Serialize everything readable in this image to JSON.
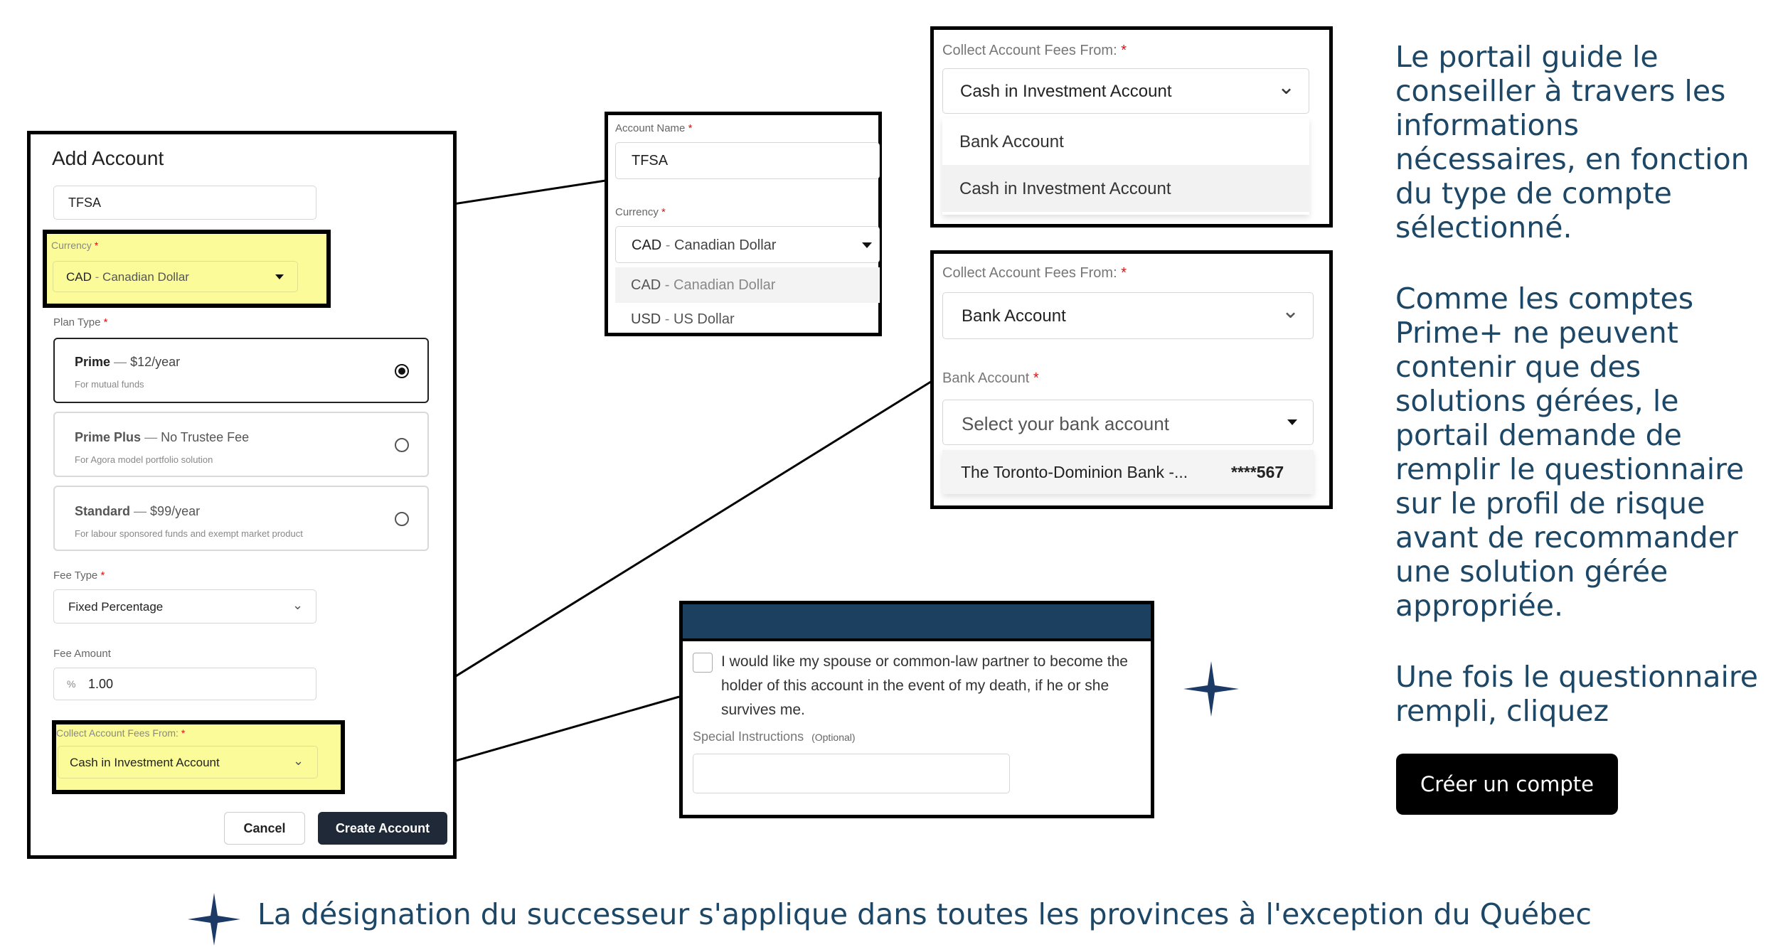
{
  "form": {
    "title": "Add Account",
    "account_name_value": "TFSA",
    "currency_label": "Currency",
    "currency_value_code": "CAD",
    "currency_value_name": "Canadian Dollar",
    "plan_type_label": "Plan Type",
    "plans": [
      {
        "name": "Prime",
        "price": "$12/year",
        "desc": "For mutual funds",
        "selected": true
      },
      {
        "name": "Prime Plus",
        "price": "No Trustee Fee",
        "desc": "For Agora model portfolio solution",
        "selected": false
      },
      {
        "name": "Standard",
        "price": "$99/year",
        "desc": "For labour sponsored funds and exempt market product",
        "selected": false
      }
    ],
    "separator": "—",
    "fee_type_label": "Fee Type",
    "fee_type_value": "Fixed Percentage",
    "fee_amount_label": "Fee Amount",
    "fee_amount_prefix": "%",
    "fee_amount_value": "1.00",
    "collect_label": "Collect Account Fees From:",
    "collect_value": "Cash in Investment Account",
    "cancel_label": "Cancel",
    "create_label": "Create Account",
    "required_mark": "*"
  },
  "zoom_currency": {
    "account_name_label": "Account Name",
    "account_name_value": "TFSA",
    "currency_label": "Currency",
    "selected": {
      "code": "CAD",
      "name": "Canadian Dollar"
    },
    "options": [
      {
        "code": "CAD",
        "name": "Canadian Dollar"
      },
      {
        "code": "USD",
        "name": "US Dollar"
      }
    ]
  },
  "zoom_collect_1": {
    "label": "Collect Account Fees From:",
    "value": "Cash in Investment Account",
    "options": [
      "Bank Account",
      "Cash in Investment Account"
    ]
  },
  "zoom_collect_2": {
    "label": "Collect Account Fees From:",
    "value": "Bank Account",
    "bank_label": "Bank Account",
    "bank_placeholder": "Select your bank account",
    "bank_option_name": "The Toronto-Dominion Bank -...",
    "bank_option_number": "****567"
  },
  "zoom_successor": {
    "checkbox_text": "I would like my spouse or common-law partner to become the holder of this account in the event of my death, if he or she survives me.",
    "special_label": "Special Instructions",
    "special_optional": "(Optional)"
  },
  "side": {
    "para1": "Le portail guide le conseiller à travers les informations nécessaires, en fonction du type de compte sélectionné.",
    "para2": "Comme les comptes Prime+ ne peuvent contenir que des solutions gérées, le portail demande de remplir le questionnaire sur le profil de risque avant de recommander une solution gérée appropriée.",
    "para3": "Une fois le questionnaire rempli, cliquez",
    "button": "Créer un compte"
  },
  "footnote": "La désignation du successeur s'applique dans toutes les provinces à l'exception du Québec",
  "colors": {
    "navy": "#1d4766",
    "highlight": "#fbfb9a",
    "header_bar": "#1c4160",
    "dark_button": "#1f2937"
  }
}
